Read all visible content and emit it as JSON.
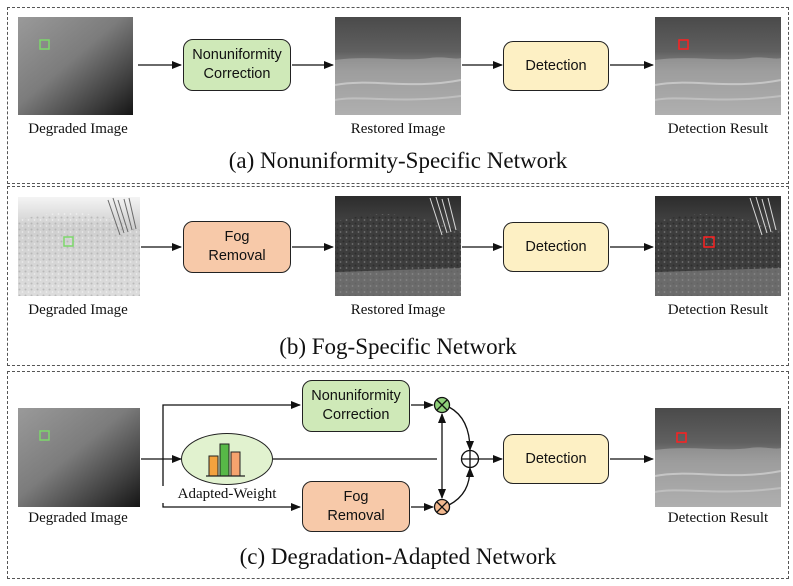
{
  "colors": {
    "nonuniformity_fill": "#cfe9b8",
    "fog_fill": "#f7c9a9",
    "detection_fill": "#fdf0c4",
    "adapted_fill": "#e1f2cf",
    "mult_green": "#8fd07a",
    "mult_orange": "#f3b98f",
    "marker_green": "#7dd86b",
    "marker_red": "#ff2020",
    "histogram_bars": [
      "#f3a23e",
      "#57b847",
      "#f5a36e"
    ]
  },
  "panel_a": {
    "caption": "(a) Nonuniformity-Specific Network",
    "input_label": "Degraded Image",
    "process_label": "Nonuniformity\nCorrection",
    "restored_label": "Restored Image",
    "detection_label": "Detection",
    "result_label": "Detection Result"
  },
  "panel_b": {
    "caption": "(b) Fog-Specific Network",
    "input_label": "Degraded Image",
    "process_label": "Fog\nRemoval",
    "restored_label": "Restored Image",
    "detection_label": "Detection",
    "result_label": "Detection Result"
  },
  "panel_c": {
    "caption": "(c) Degradation-Adapted Network",
    "input_label": "Degraded Image",
    "nonuniformity_label": "Nonuniformity\nCorrection",
    "fog_label": "Fog\nRemoval",
    "weight_label": "Adapted-Weight",
    "detection_label": "Detection",
    "result_label": "Detection Result"
  }
}
